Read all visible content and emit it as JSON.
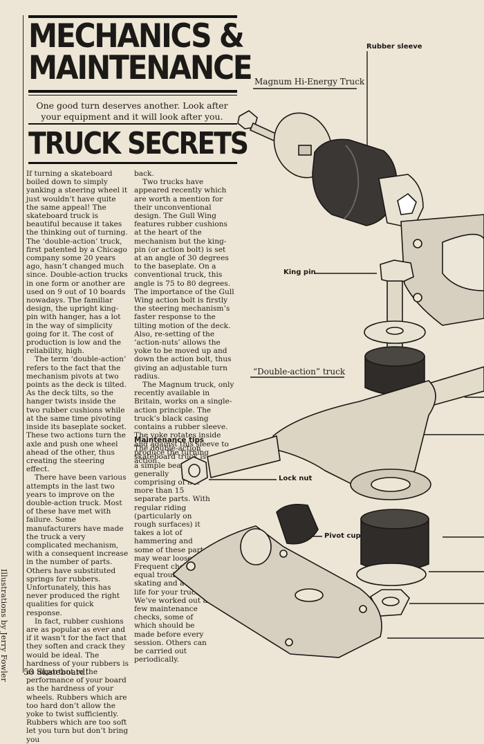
{
  "header": {
    "title_line1": "MECHANICS &",
    "title_line2": "MAINTENANCE",
    "deck": "One good turn deserves another. Look after your equipment and it will look after you.",
    "section_title": "TRUCK SECRETS"
  },
  "credit": "Illustrations by Jerry Fowler",
  "article": {
    "col1": [
      "If turning a skateboard boiled down to simply yanking a steering wheel it just wouldn’t have quite the same appeal! The skateboard truck is beautiful because it takes the thinking out of turning. The ‘double-action’ truck, first patented by a Chicago company some 20 years ago, hasn’t changed much since. Double-action trucks in one form or another are used on 9 out of 10 boards nowadays. The familiar design, the upright king-pin with hanger, has a lot in the way of simplicity going for it. The cost of production is low and the reliability, high.",
      "The term ‘double-action’ refers to the fact that the mechanism pivots at two points as the deck is tilted. As the deck tilts, so the hanger twists inside the two rubber cushions while at the same time pivoting inside its baseplate socket. These two actions turn the axle and push one wheel ahead of the other, thus creating the steering effect.",
      "There have been various attempts in the last two years to improve on the double-action truck. Most of these have met with failure. Some manufacturers have made the truck a very complicated mechanism, with a consequent increase in the number of parts. Others have substituted springs for rubbers. Unfortunately, this has never produced the right qualities for quick response.",
      "In fact, rubber cushions are as popular as ever and if it wasn’t for the fact that they soften and crack they would be ideal. The hardness of your rubbers is as important to the performance of your board as the hardness of your wheels. Rubbers which are too hard don’t allow the yoke to twist sufficiently. Rubbers which are too soft let you turn but don’t bring you"
    ],
    "col2": [
      "back.",
      "Two trucks have appeared recently which are worth a mention for their unconventional design. The Gull Wing features rubber cushions at the heart of the mechanism but the king-pin (or action bolt) is set at an angle of 30 degrees to the baseplate. On a conventional truck, this angle is 75 to 80 degrees. The importance of the Gull Wing action bolt is firstly the steering mechanism’s faster response to the tilting motion of the deck. Also, re-setting of the ‘action-nuts’ allows the yoke to be moved up and down the action bolt, thus giving an adjustable turn radius.",
      "The Magnum truck, only recently available in Britain, works on a single-action principle. The truck’s black casing contains a rubber sleeve. The yoke rotates inside and against this sleeve to produce the turning action."
    ],
    "col3_heading": "Maintenance tips",
    "col3": "The double-action skateboard truck is a simple beast, generally comprising of not more than 15 separate parts. With regular riding (particularly on rough surfaces) it takes a lot of hammering and some of these parts may wear loose. Frequent checks equal trouble-free skating and a long life for your trucks. We’ve worked out a few maintenance checks, some of which should be made before every session. Others can be carried out periodically."
  },
  "diagram": {
    "rubber_sleeve": "Rubber sleeve",
    "magnum_truck": "Magnum Hi-Energy Truck",
    "king_pin": "King pin",
    "double_action_truck": "“Double-action” truck",
    "lock_nut": "Lock nut",
    "pivot_cup": "Pivot cup"
  },
  "footer": {
    "folio": "50 Skateboard!"
  }
}
